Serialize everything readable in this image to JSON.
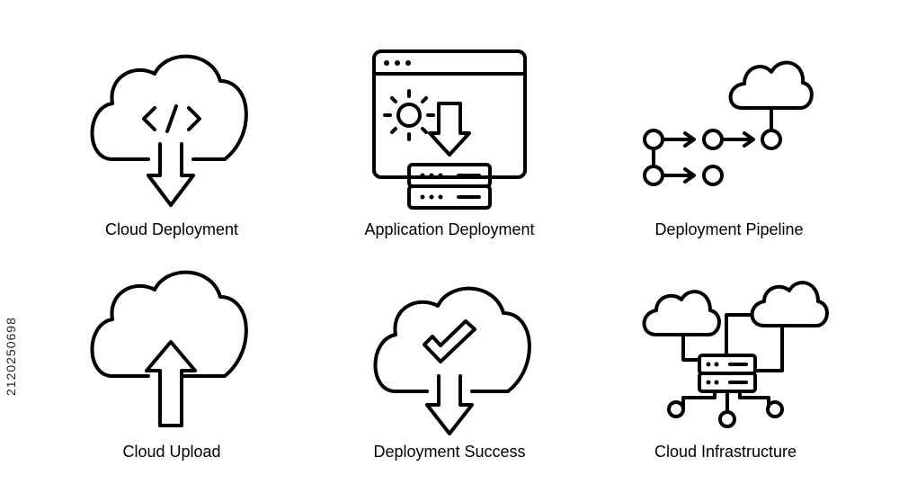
{
  "icons": [
    {
      "name": "cloud-deployment",
      "label": "Cloud Deployment"
    },
    {
      "name": "application-deployment",
      "label": "Application Deployment"
    },
    {
      "name": "deployment-pipeline",
      "label": "Deployment Pipeline"
    },
    {
      "name": "cloud-upload",
      "label": "Cloud Upload"
    },
    {
      "name": "deployment-success",
      "label": "Deployment Success"
    },
    {
      "name": "cloud-infrastructure",
      "label": "Cloud Infrastructure"
    }
  ],
  "watermark": {
    "stock_id": "2120250698"
  },
  "colors": {
    "stroke": "#000000",
    "background": "#ffffff"
  }
}
